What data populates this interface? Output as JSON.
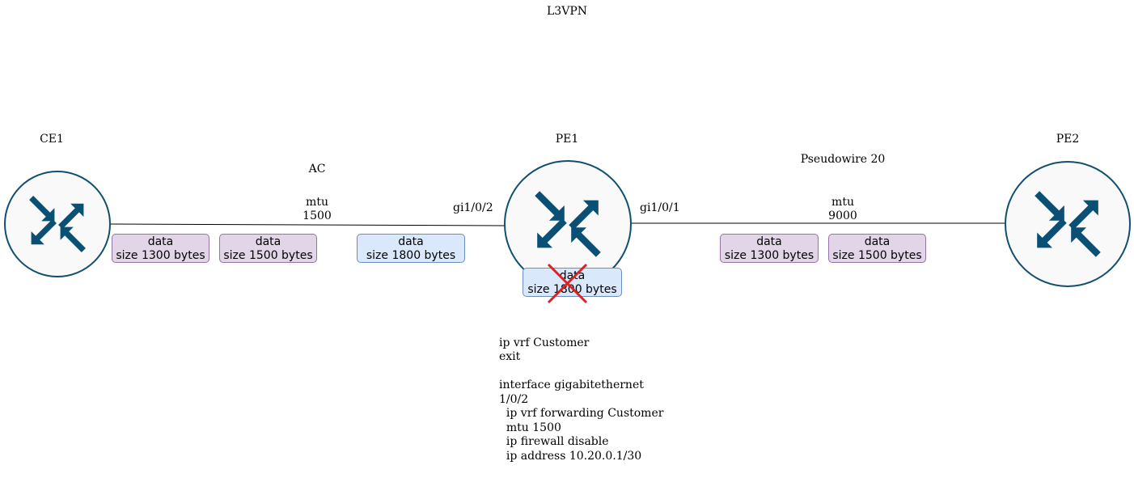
{
  "title": "L3VPN",
  "colors": {
    "router_fill": "#f9f9f9",
    "router_stroke": "#10506e",
    "arrow": "#0a5075",
    "purple_fill": "#e1d5e7",
    "purple_stroke": "#9673a6",
    "blue_fill": "#dae8fc",
    "blue_stroke": "#6c8ebf",
    "cross": "#e02020"
  },
  "nodes": {
    "ce1": {
      "label": "CE1",
      "icon": "router-icon"
    },
    "pe1": {
      "label": "PE1",
      "icon": "router-icon"
    },
    "pe2": {
      "label": "PE2",
      "icon": "router-icon"
    }
  },
  "links": {
    "ac": {
      "label": "AC",
      "mtu_label": "mtu",
      "mtu_value": "1500"
    },
    "pw": {
      "label": "Pseudowire 20",
      "mtu_label": "mtu",
      "mtu_value": "9000"
    }
  },
  "interfaces": {
    "pe1_left": "gi1/0/2",
    "pe1_right": "gi1/0/1"
  },
  "packets": {
    "ac_1": {
      "line1": "data",
      "line2": "size 1300 bytes",
      "status": "allowed"
    },
    "ac_2": {
      "line1": "data",
      "line2": "size 1500 bytes",
      "status": "allowed"
    },
    "ac_3": {
      "line1": "data",
      "line2": "size 1800 bytes",
      "status": "allowed"
    },
    "pe1_drop": {
      "line1": "data",
      "line2": "size 1800 bytes",
      "status": "dropped"
    },
    "pw_1": {
      "line1": "data",
      "line2": "size 1300 bytes",
      "status": "allowed"
    },
    "pw_2": {
      "line1": "data",
      "line2": "size 1500 bytes",
      "status": "allowed"
    }
  },
  "config_lines": [
    "ip vrf Customer",
    "exit",
    "",
    "interface gigabitethernet",
    "1/0/2",
    "  ip vrf forwarding Customer",
    "  mtu 1500",
    "  ip firewall disable",
    "  ip address 10.20.0.1/30"
  ]
}
